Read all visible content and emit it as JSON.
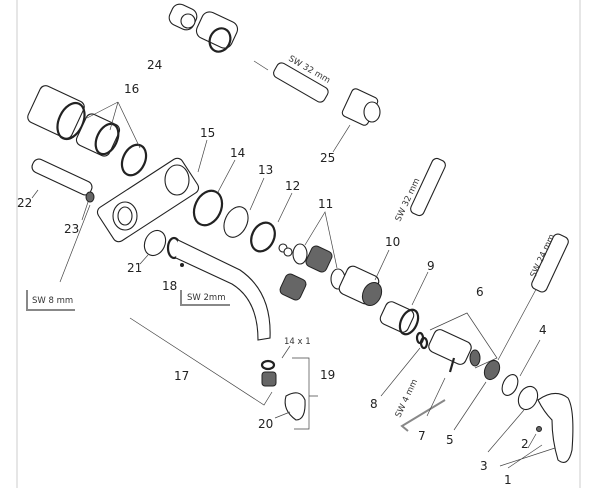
{
  "diagram": {
    "part_labels": [
      "1",
      "2",
      "3",
      "4",
      "5",
      "6",
      "7",
      "8",
      "9",
      "10",
      "11",
      "12",
      "13",
      "14",
      "15",
      "16",
      "17",
      "18",
      "19",
      "20",
      "21",
      "22",
      "23",
      "24",
      "25"
    ],
    "tool_labels": {
      "sw32_top": "SW 32 mm",
      "sw32_mid": "SW 32 mm",
      "sw24": "SW 24 mm",
      "sw4": "SW 4 mm",
      "sw8": "SW 8 mm",
      "sw2": "SW 2mm"
    },
    "thread_note": "14 x 1"
  }
}
